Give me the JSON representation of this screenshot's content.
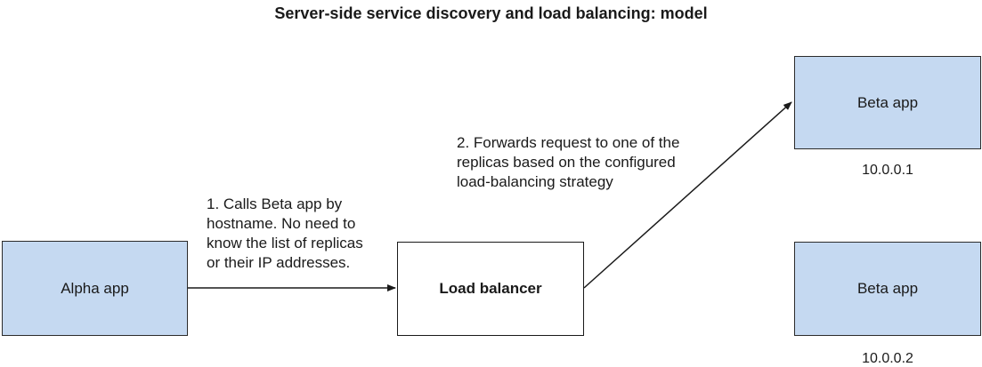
{
  "diagram": {
    "title": "Server-side service discovery and load balancing: model",
    "nodes": {
      "alpha": {
        "label": "Alpha app"
      },
      "load_balancer": {
        "label": "Load balancer"
      },
      "beta_1": {
        "label": "Beta app",
        "ip": "10.0.0.1"
      },
      "beta_2": {
        "label": "Beta app",
        "ip": "10.0.0.2"
      }
    },
    "edges": [
      {
        "from": "alpha",
        "to": "load_balancer",
        "label": "1. Calls Beta app by\nhostname. No need to\nknow the list of replicas\nor their IP addresses."
      },
      {
        "from": "load_balancer",
        "to": "beta_1",
        "label": "2. Forwards request to one of the\nreplicas based on the configured\nload-balancing strategy"
      }
    ],
    "colors": {
      "app_box_fill": "#c5d9f1",
      "load_balancer_fill": "#ffffff",
      "stroke": "#1a1a1a"
    }
  }
}
